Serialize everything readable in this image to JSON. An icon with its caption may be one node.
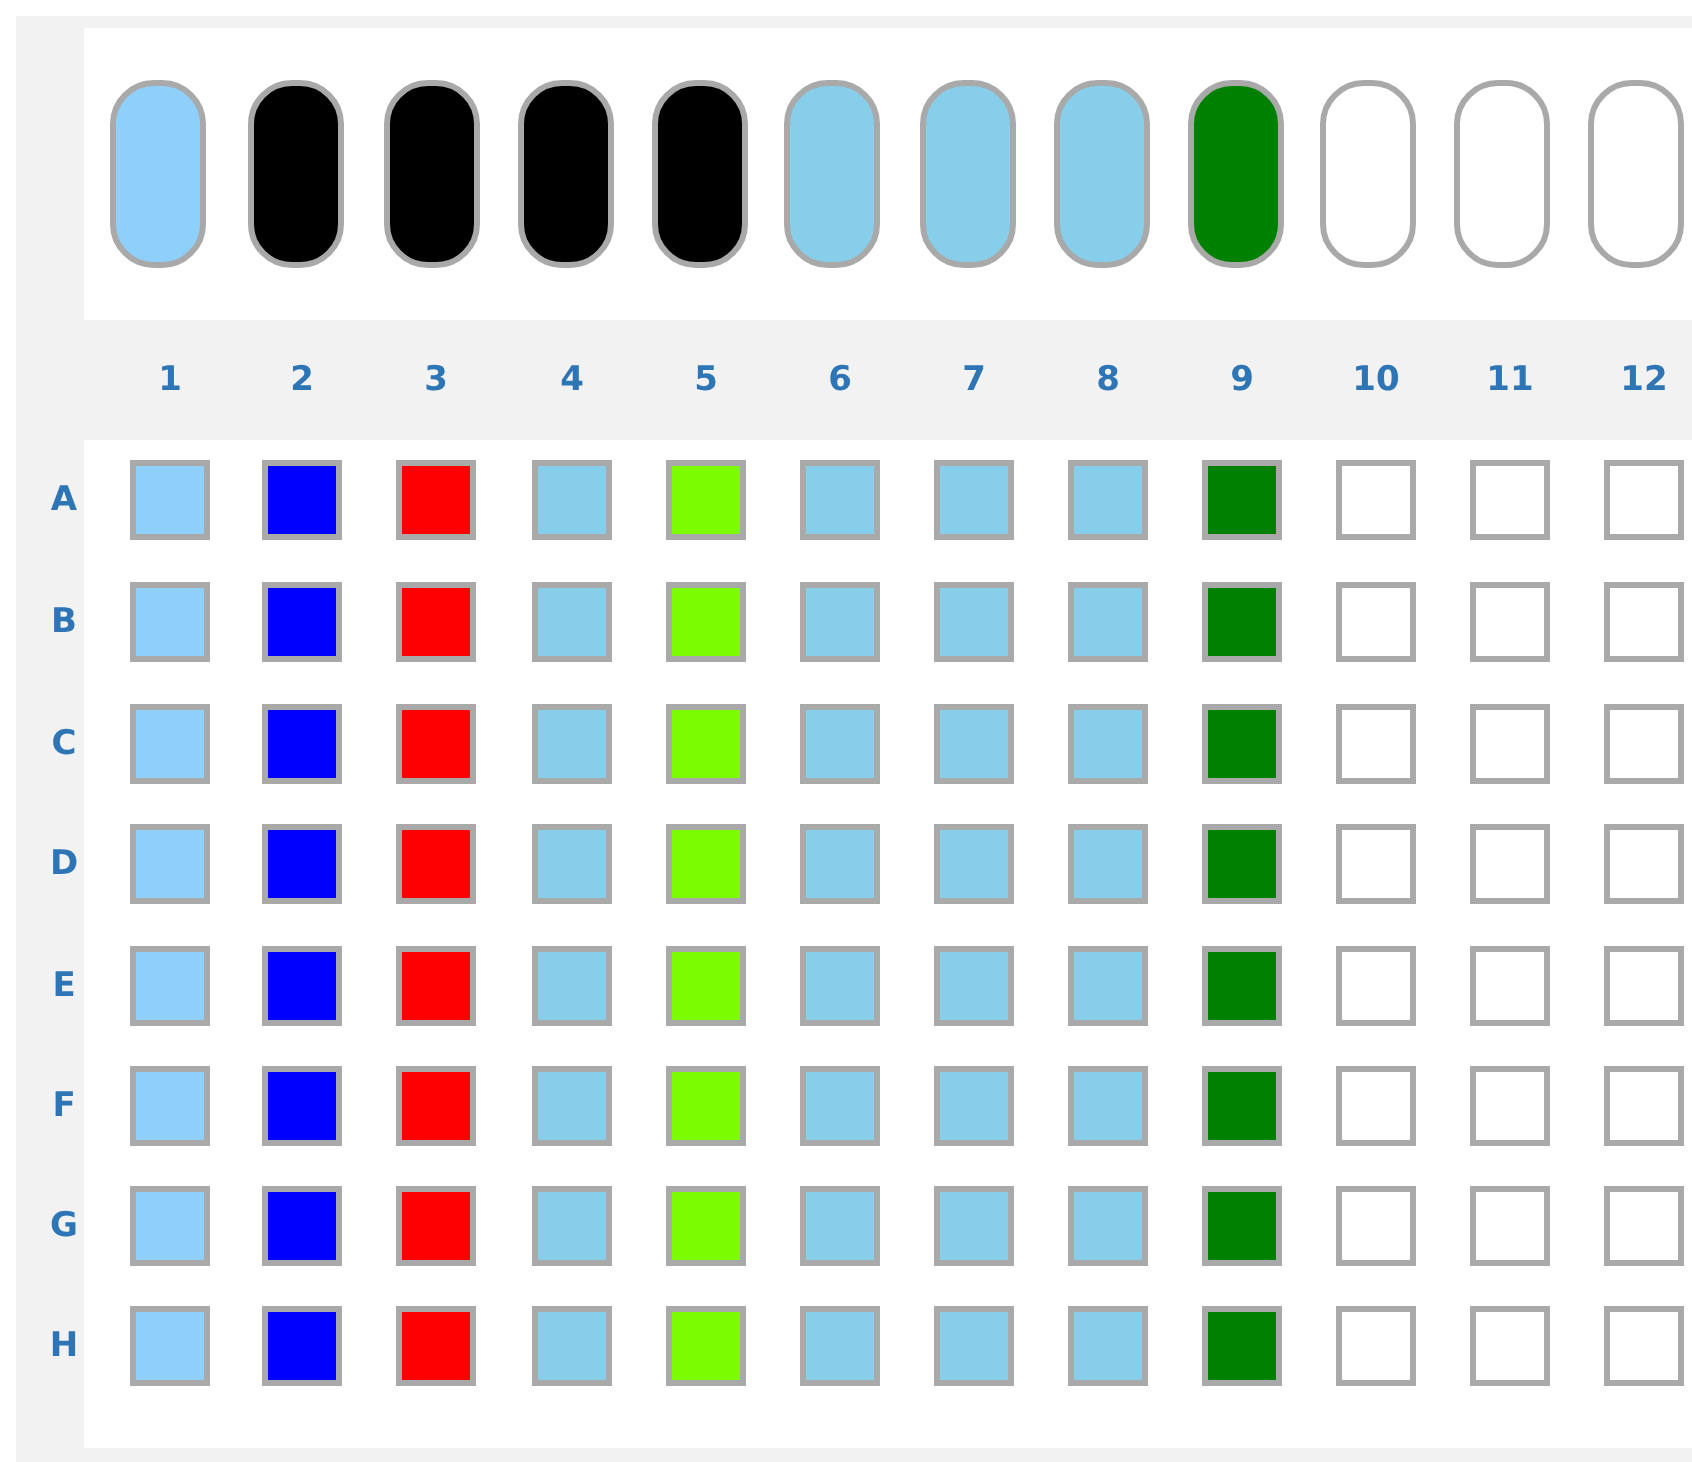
{
  "diagram": {
    "labels": [
      "1",
      "2",
      "3",
      "4",
      "5",
      "6",
      "7",
      "8",
      "9",
      "10",
      "11",
      "12",
      "A",
      "B",
      "C",
      "D",
      "E",
      "F",
      "G",
      "H"
    ]
  }
}
